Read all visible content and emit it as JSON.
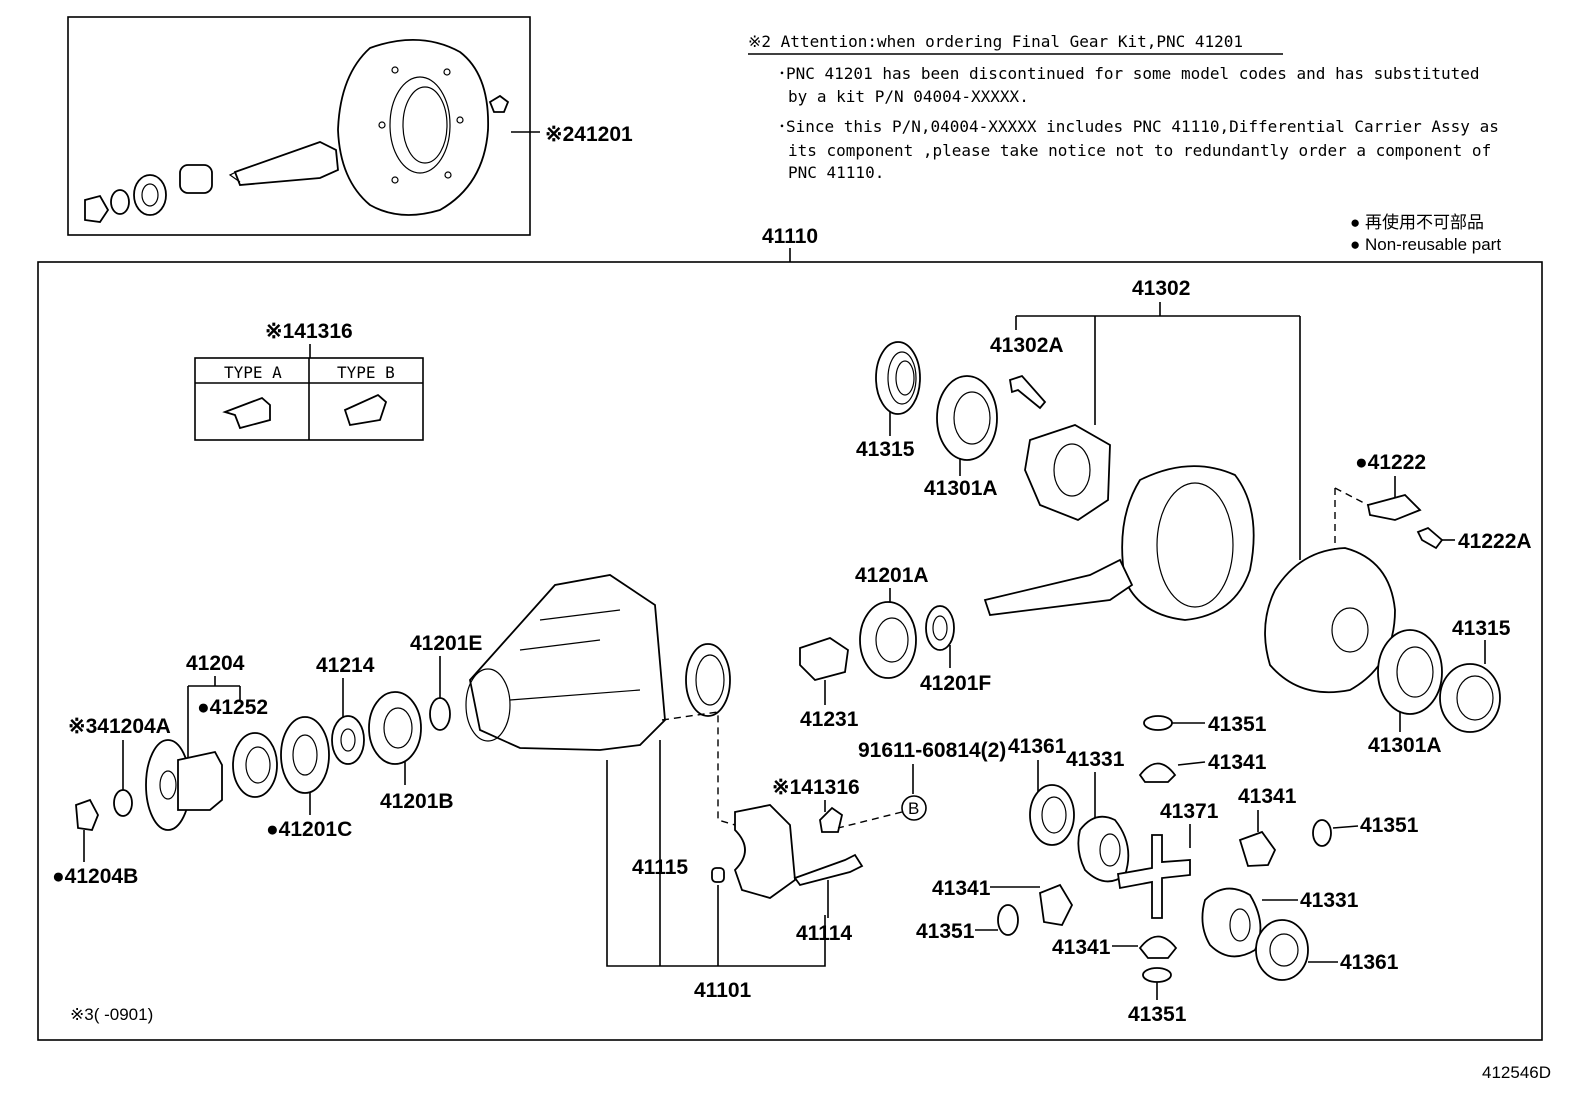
{
  "note": {
    "title": "※2 Attention:when ordering Final Gear Kit,PNC 41201",
    "lines": [
      "･PNC 41201 has been discontinued for some model codes and has substituted",
      "by a kit P/N 04004-XXXXX.",
      "･Since this P/N,04004-XXXXX includes PNC 41110,Differential Carrier Assy as",
      "its component ,please take notice not to redundantly order a component of",
      "PNC 41110."
    ]
  },
  "legend": {
    "jp": "● 再使用不可部品",
    "en": "● Non-reusable part"
  },
  "type_table": {
    "type_a": "TYPE A",
    "type_b": "TYPE B"
  },
  "footnote": "※3(      -0901)",
  "figure_id": "412546D",
  "labels": {
    "l41201": "※241201",
    "l41110": "41110",
    "l41316_top": "※141316",
    "l41302": "41302",
    "l41302A": "41302A",
    "l41315_a": "41315",
    "l41301A_a": "41301A",
    "l41222": "●41222",
    "l41222A": "41222A",
    "l41201A": "41201A",
    "l41315_b": "41315",
    "l41301A_b": "41301A",
    "l41204": "41204",
    "l41214": "41214",
    "l41201E": "41201E",
    "l41252": "●41252",
    "l41204A": "※341204A",
    "l41201C": "●41201C",
    "l41201B": "41201B",
    "l41204B": "●41204B",
    "l41231": "41231",
    "l41201F": "41201F",
    "l91611": "91611-60814(2)",
    "l41316_mid": "※141316",
    "l41115": "41115",
    "l41114": "41114",
    "l41101": "41101",
    "l41361_a": "41361",
    "l41331_a": "41331",
    "l41371": "41371",
    "l41351_a": "41351",
    "l41341_a": "41341",
    "l41341_b": "41341",
    "l41351_b": "41351",
    "l41341_c": "41341",
    "l41331_b": "41331",
    "l41351_c": "41351",
    "l41341_d": "41341",
    "l41361_b": "41361",
    "l41351_d": "41351",
    "circle_b": "B"
  }
}
